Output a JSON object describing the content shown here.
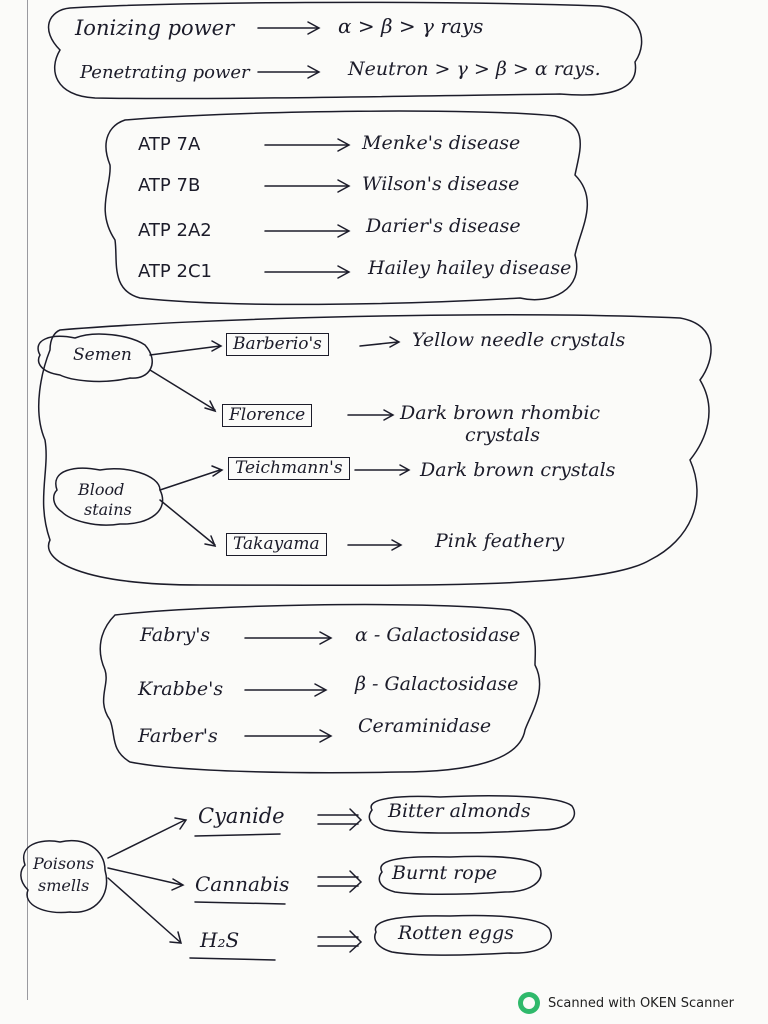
{
  "radiation": {
    "ionizing_label": "Ionizing power",
    "ionizing_value": "α > β > γ rays",
    "penetrating_label": "Penetrating power",
    "penetrating_value": "Neutron > γ > β > α rays."
  },
  "atp": [
    {
      "gene": "ATP 7A",
      "disease": "Menke's disease"
    },
    {
      "gene": "ATP 7B",
      "disease": "Wilson's disease"
    },
    {
      "gene": "ATP 2A2",
      "disease": "Darier's disease"
    },
    {
      "gene": "ATP 2C1",
      "disease": "Hailey hailey disease"
    }
  ],
  "crystals": {
    "semen": "Semen",
    "barberio": "Barberio's",
    "barberio_result": "Yellow needle crystals",
    "florence": "Florence",
    "florence_result_1": "Dark brown rhombic",
    "florence_result_2": "crystals",
    "blood_1": "Blood",
    "blood_2": "stains",
    "teichmann": "Teichmann's",
    "teichmann_result": "Dark brown crystals",
    "takayama": "Takayama",
    "takayama_result": "Pink feathery"
  },
  "enzymes": [
    {
      "disease": "Fabry's",
      "enzyme": "α - Galactosidase"
    },
    {
      "disease": "Krabbe's",
      "enzyme": "β - Galactosidase"
    },
    {
      "disease": "Farber's",
      "enzyme": "Ceraminidase"
    }
  ],
  "poisons": {
    "label_1": "Poisons",
    "label_2": "smells",
    "items": [
      {
        "name": "Cyanide",
        "smell": "Bitter almonds"
      },
      {
        "name": "Cannabis",
        "smell": "Burnt rope"
      },
      {
        "name": "H₂S",
        "smell": "Rotten eggs"
      }
    ]
  },
  "footer": {
    "text": "Scanned with OKEN Scanner",
    "icon": "oken-scanner-logo-icon",
    "logo_color": "#2fb96b"
  }
}
